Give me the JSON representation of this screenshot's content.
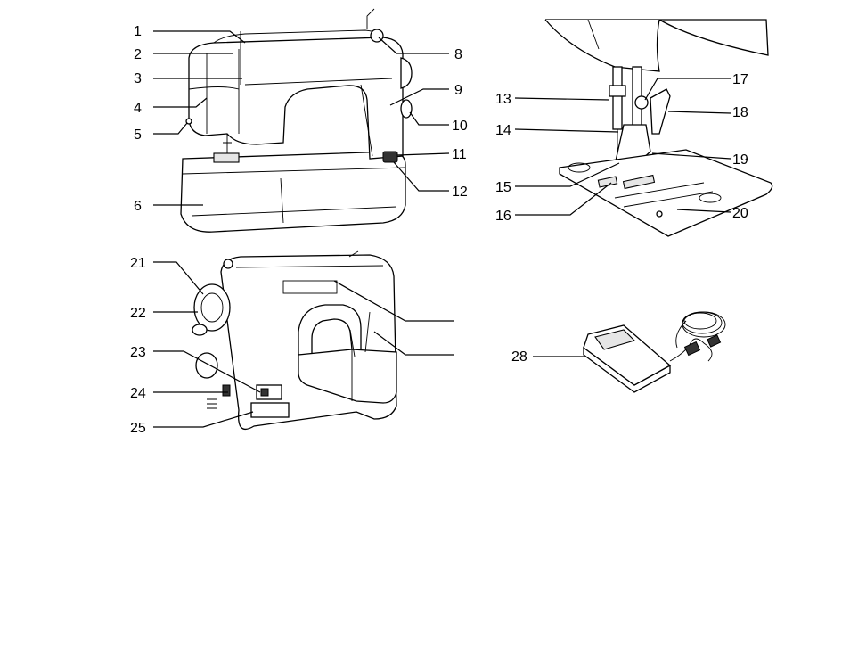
{
  "labels": {
    "l1": "1",
    "l2": "2",
    "l3": "3",
    "l4": "4",
    "l5": "5",
    "l6": "6",
    "l8": "8",
    "l9": "9",
    "l10": "10",
    "l11": "11",
    "l12": "12",
    "l13": "13",
    "l14": "14",
    "l15": "15",
    "l16": "16",
    "l17": "17",
    "l18": "18",
    "l19": "19",
    "l20": "20",
    "l21": "21",
    "l22": "22",
    "l23": "23",
    "l24": "24",
    "l25": "25",
    "l28": "28"
  }
}
